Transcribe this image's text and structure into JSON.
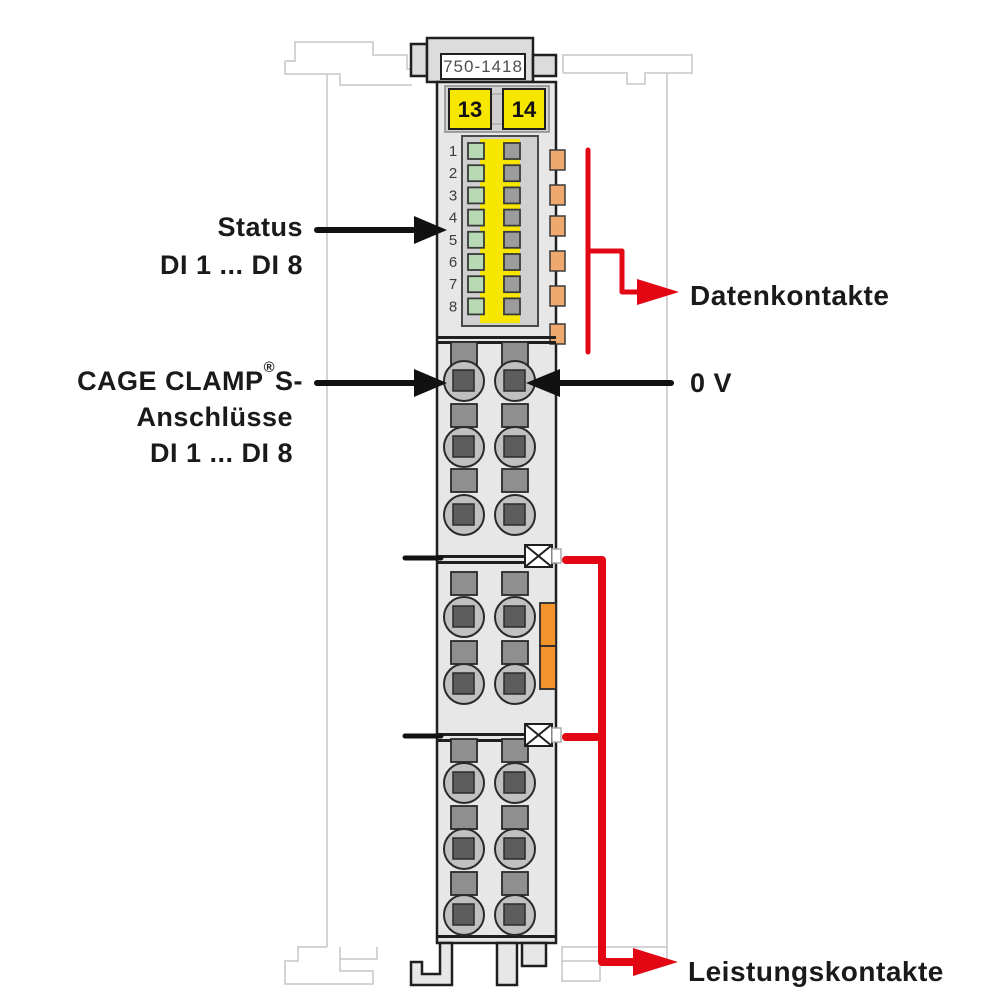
{
  "module": {
    "order_number": "750-1418",
    "power_terminals": [
      "13",
      "14"
    ],
    "led_channels": [
      "1",
      "2",
      "3",
      "4",
      "5",
      "6",
      "7",
      "8"
    ]
  },
  "labels": {
    "status_line1": "Status",
    "status_line2": "DI 1 ... DI 8",
    "cage_clamp_name": "CAGE CLAMP",
    "cage_clamp_reg": "®",
    "cage_clamp_suffix": "S-",
    "cage_clamp_line2": "Anschlüsse",
    "cage_clamp_line3": "DI 1 ... DI 8",
    "datenkontakte": "Datenkontakte",
    "zero_v": "0 V",
    "leistungskontakte": "Leistungskontakte"
  },
  "colors": {
    "accent_red": "#e30613",
    "terminal_yellow": "#f7e600",
    "led_green": "#b7dab4",
    "led_gray": "#9c9c9c",
    "data_contact_orange": "#efa96f",
    "power_contact_orange": "#f2932b",
    "rail_outline_gray": "#c6c6c6",
    "module_body_gray": "#e7e7e7",
    "outline_dark": "#1f1f1f"
  }
}
